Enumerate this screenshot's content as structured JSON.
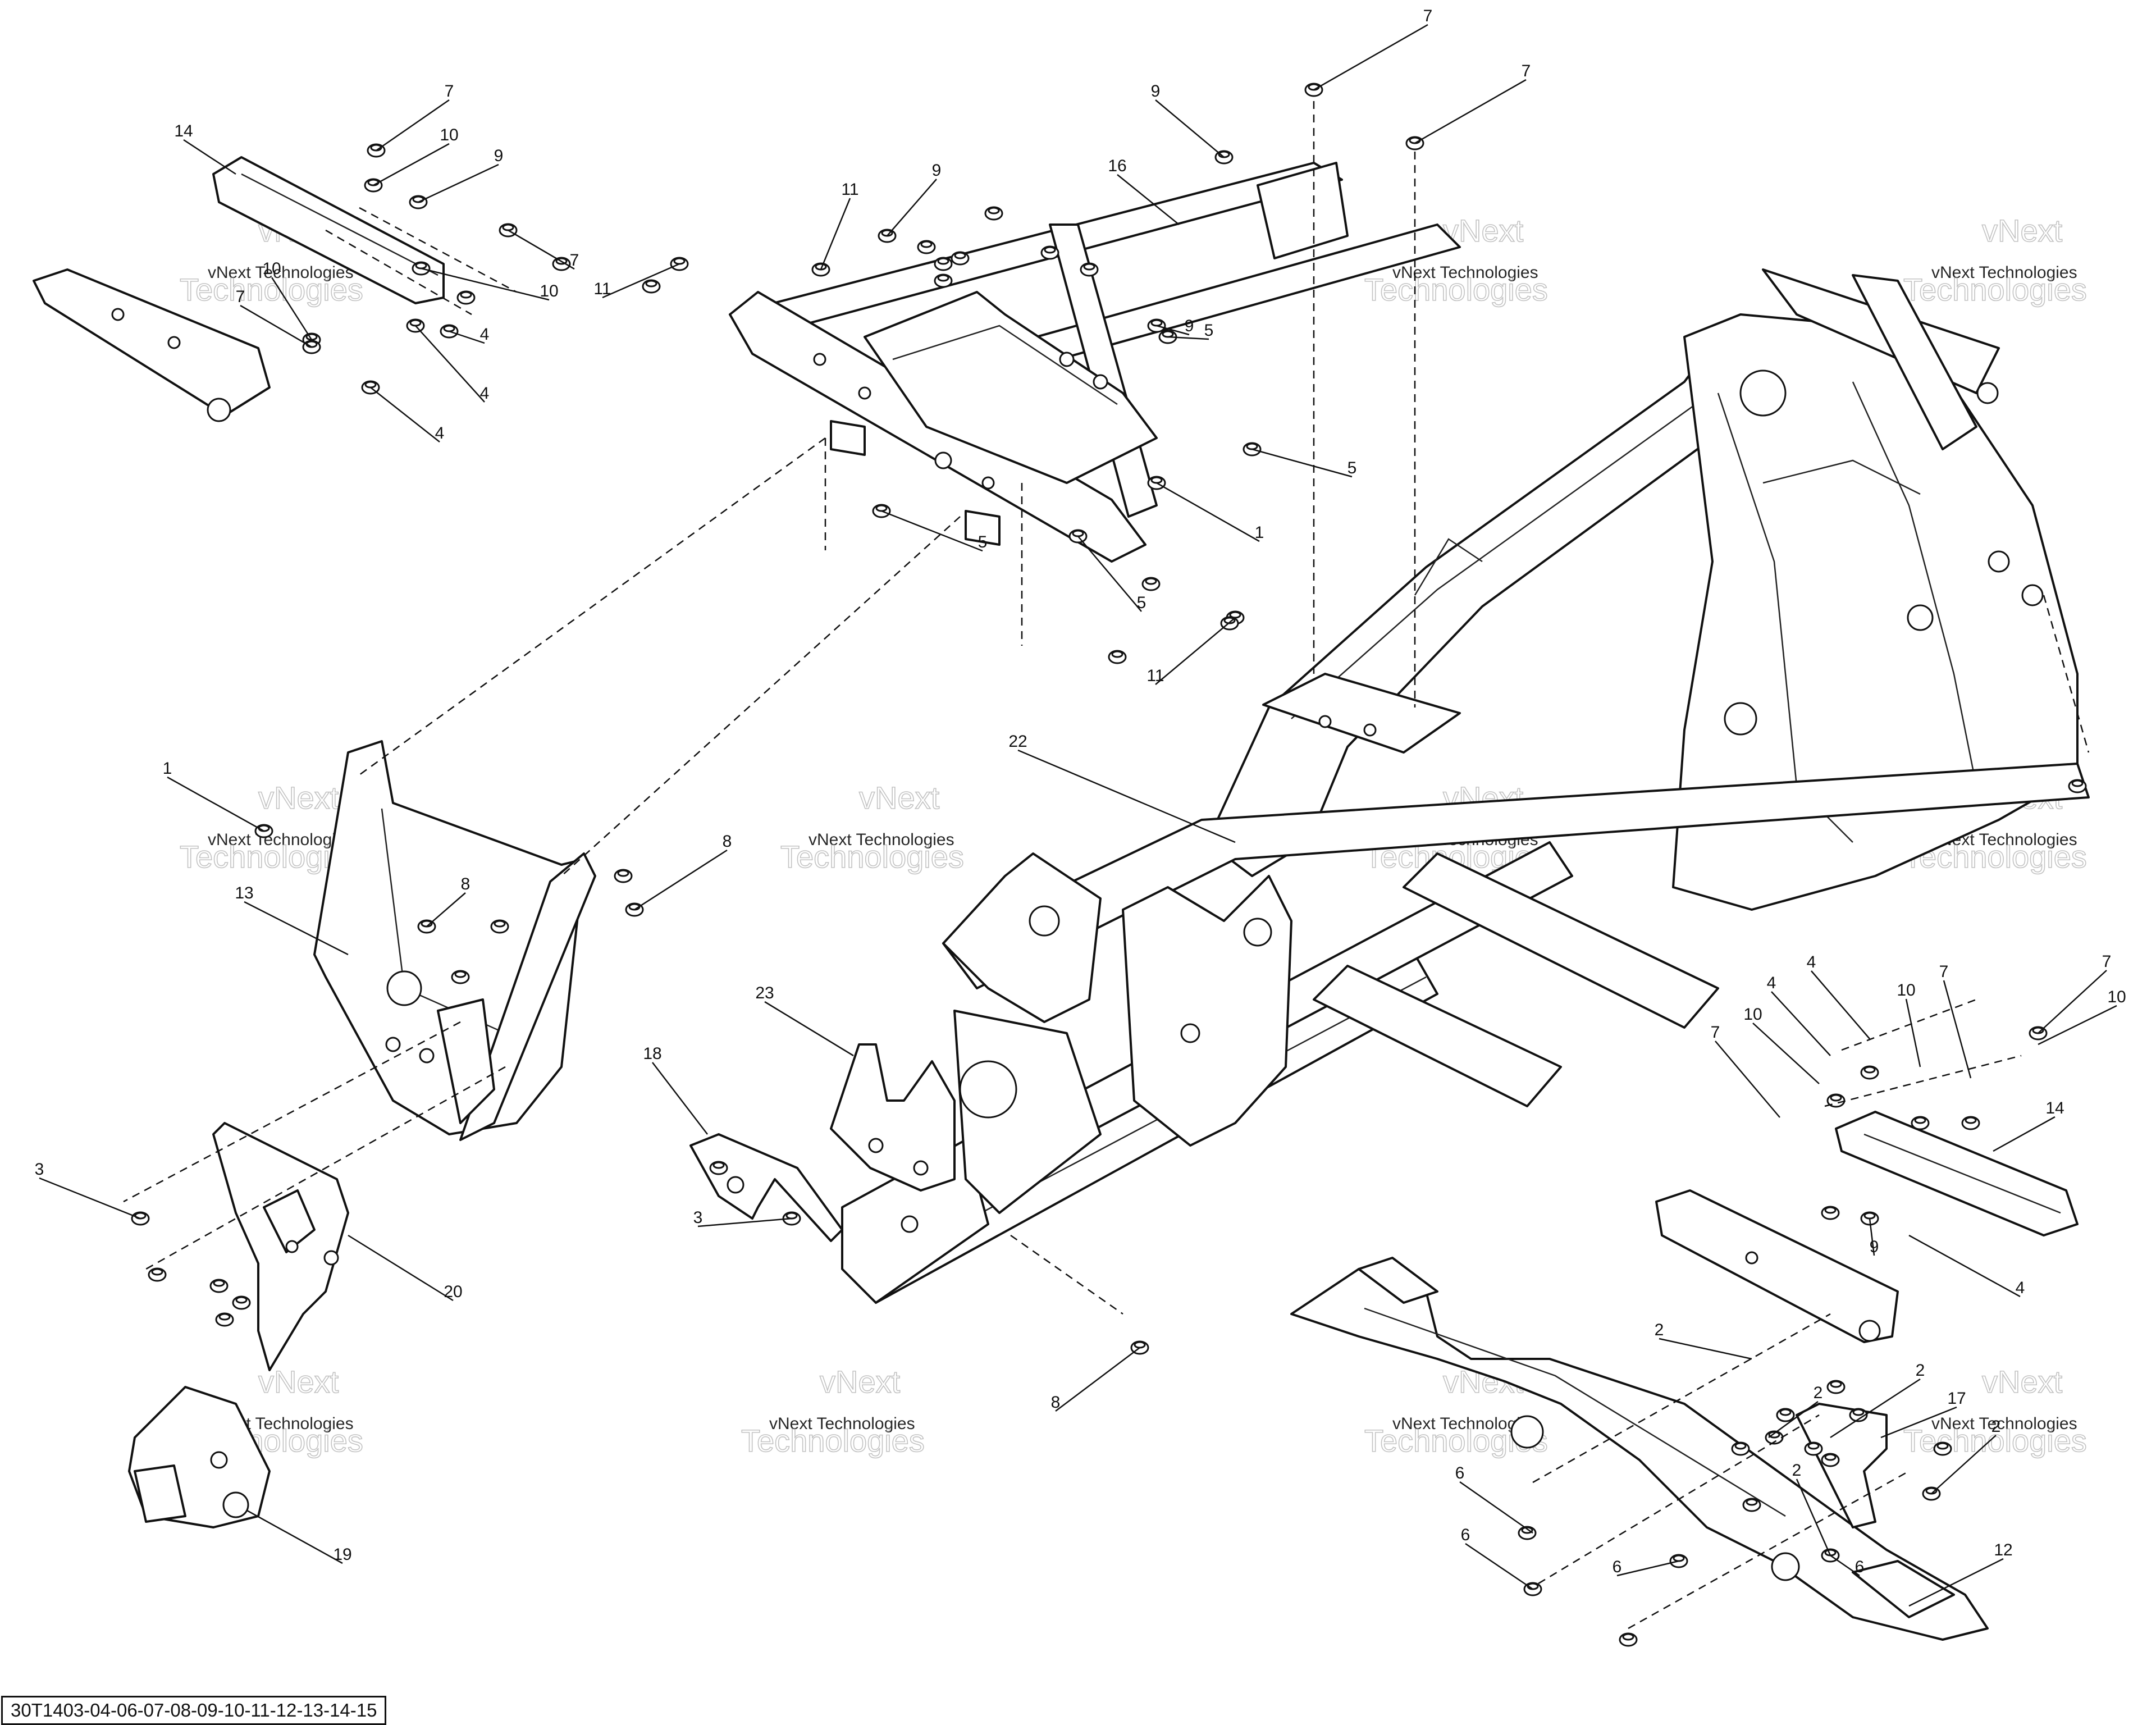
{
  "diagram": {
    "reference_code": "30T1403-04-06-07-08-09-10-11-12-13-14-15",
    "watermark": {
      "line1": "vNext",
      "line2": "vNext Technologies",
      "line3": "Technologies"
    },
    "parts": [
      {
        "id": "frame",
        "label": "22"
      },
      {
        "id": "front-rail-right",
        "label": "14"
      },
      {
        "id": "front-rail-left",
        "label": "14"
      },
      {
        "id": "rear-subframe",
        "label": "16"
      },
      {
        "id": "front-bumper-frame",
        "label": "13"
      },
      {
        "id": "bracket-20",
        "label": "20"
      },
      {
        "id": "hitch-19",
        "label": "19"
      },
      {
        "id": "bracket-18",
        "label": "18"
      },
      {
        "id": "bracket-23",
        "label": "23"
      },
      {
        "id": "skid-arm-12",
        "label": "12"
      },
      {
        "id": "bracket-17",
        "label": "17"
      }
    ]
  }
}
